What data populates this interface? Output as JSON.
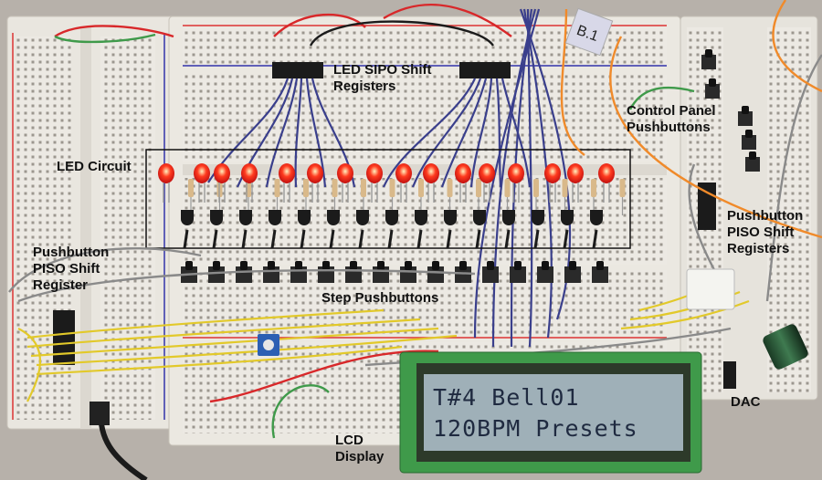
{
  "photo": {
    "labels": {
      "sipo": "LED SIPO Shift\nRegisters",
      "control": "Control Panel\nPushbuttons",
      "led_circuit": "LED Circuit",
      "piso_right": "Pushbutton\nPISO Shift\nRegisters",
      "piso_left": "Pushbutton\nPISO Shift\nRegister",
      "step": "Step Pushbuttons",
      "lcd": "LCD\nDisplay",
      "dac": "DAC"
    },
    "lcd_screen": {
      "row1": "T#4   Bell01",
      "row2": "120BPM   Presets"
    },
    "tag_text": "B.1",
    "colors": {
      "breadboard": "#ece9e3",
      "led_on": "#ff2a1a",
      "lcd_backlight": "#9fb0b8",
      "lcd_bezel": "#2d3a2a",
      "pcb_green": "#3f9a4a",
      "wire_blue": "#3a3f8c",
      "wire_yellow": "#e2c92a",
      "wire_red": "#d8282a",
      "wire_orange": "#f08a2a",
      "wire_gray": "#8a8a8a"
    }
  }
}
